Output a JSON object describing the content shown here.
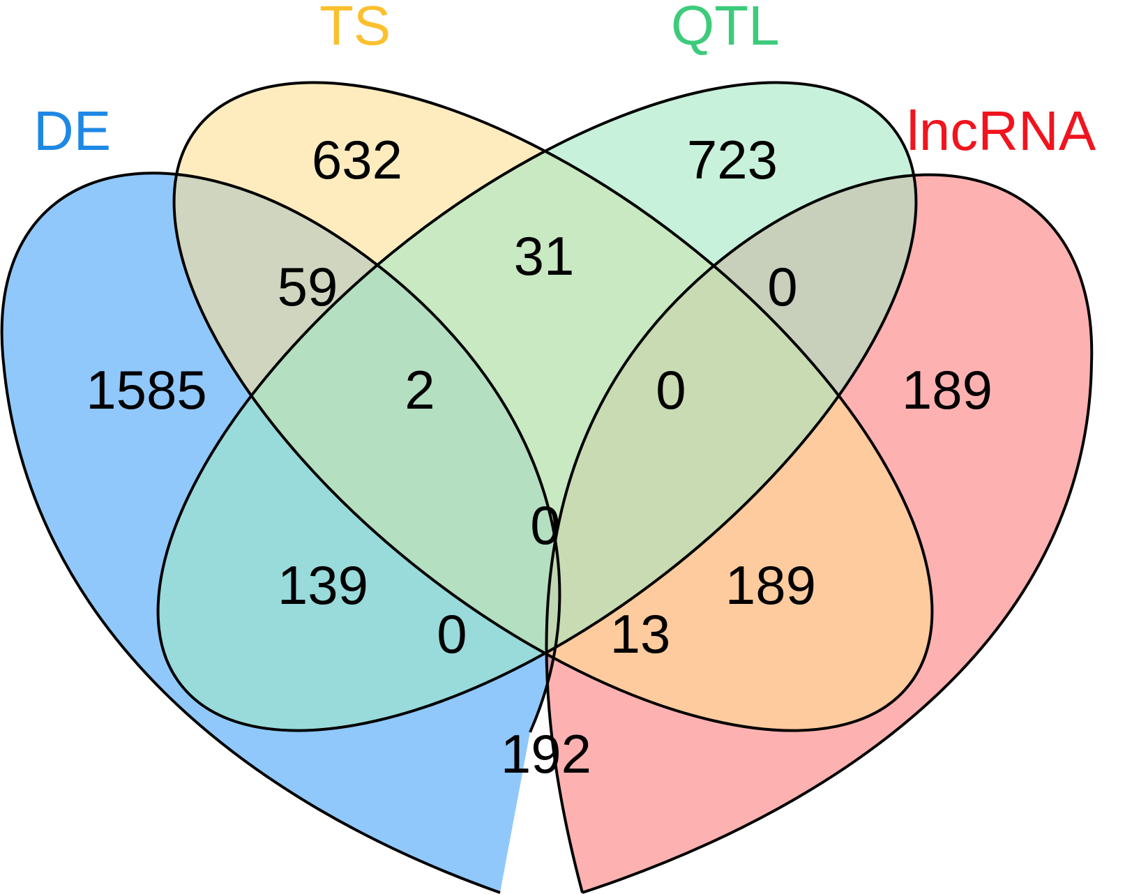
{
  "sets": [
    {
      "id": "DE",
      "label": "DE",
      "color": "#1E88E5"
    },
    {
      "id": "TS",
      "label": "TS",
      "color": "#FBC02D"
    },
    {
      "id": "QTL",
      "label": "QTL",
      "color": "#3DCB7B"
    },
    {
      "id": "lncRNA",
      "label": "lncRNA",
      "color": "#F0141E"
    }
  ],
  "fills": {
    "DE": "#90C8FC",
    "TS": "#FDDF90",
    "QTL": "#A1E7C2",
    "lncRNA": "#FD8181"
  },
  "regions": [
    {
      "sets": [
        "DE"
      ],
      "value": "1585"
    },
    {
      "sets": [
        "TS"
      ],
      "value": "632"
    },
    {
      "sets": [
        "QTL"
      ],
      "value": "723"
    },
    {
      "sets": [
        "lncRNA"
      ],
      "value": "189"
    },
    {
      "sets": [
        "DE",
        "TS"
      ],
      "value": "59"
    },
    {
      "sets": [
        "TS",
        "QTL"
      ],
      "value": "31"
    },
    {
      "sets": [
        "QTL",
        "lncRNA"
      ],
      "value": "0"
    },
    {
      "sets": [
        "DE",
        "TS",
        "QTL"
      ],
      "value": "2"
    },
    {
      "sets": [
        "TS",
        "QTL",
        "lncRNA"
      ],
      "value": "0"
    },
    {
      "sets": [
        "DE",
        "TS",
        "QTL",
        "lncRNA"
      ],
      "value": "0"
    },
    {
      "sets": [
        "DE",
        "QTL"
      ],
      "value": "139"
    },
    {
      "sets": [
        "TS",
        "lncRNA"
      ],
      "value": "189"
    },
    {
      "sets": [
        "DE",
        "QTL",
        "lncRNA"
      ],
      "value": "0"
    },
    {
      "sets": [
        "DE",
        "TS",
        "lncRNA"
      ],
      "value": "13"
    },
    {
      "sets": [
        "DE",
        "lncRNA"
      ],
      "value": "192"
    }
  ]
}
